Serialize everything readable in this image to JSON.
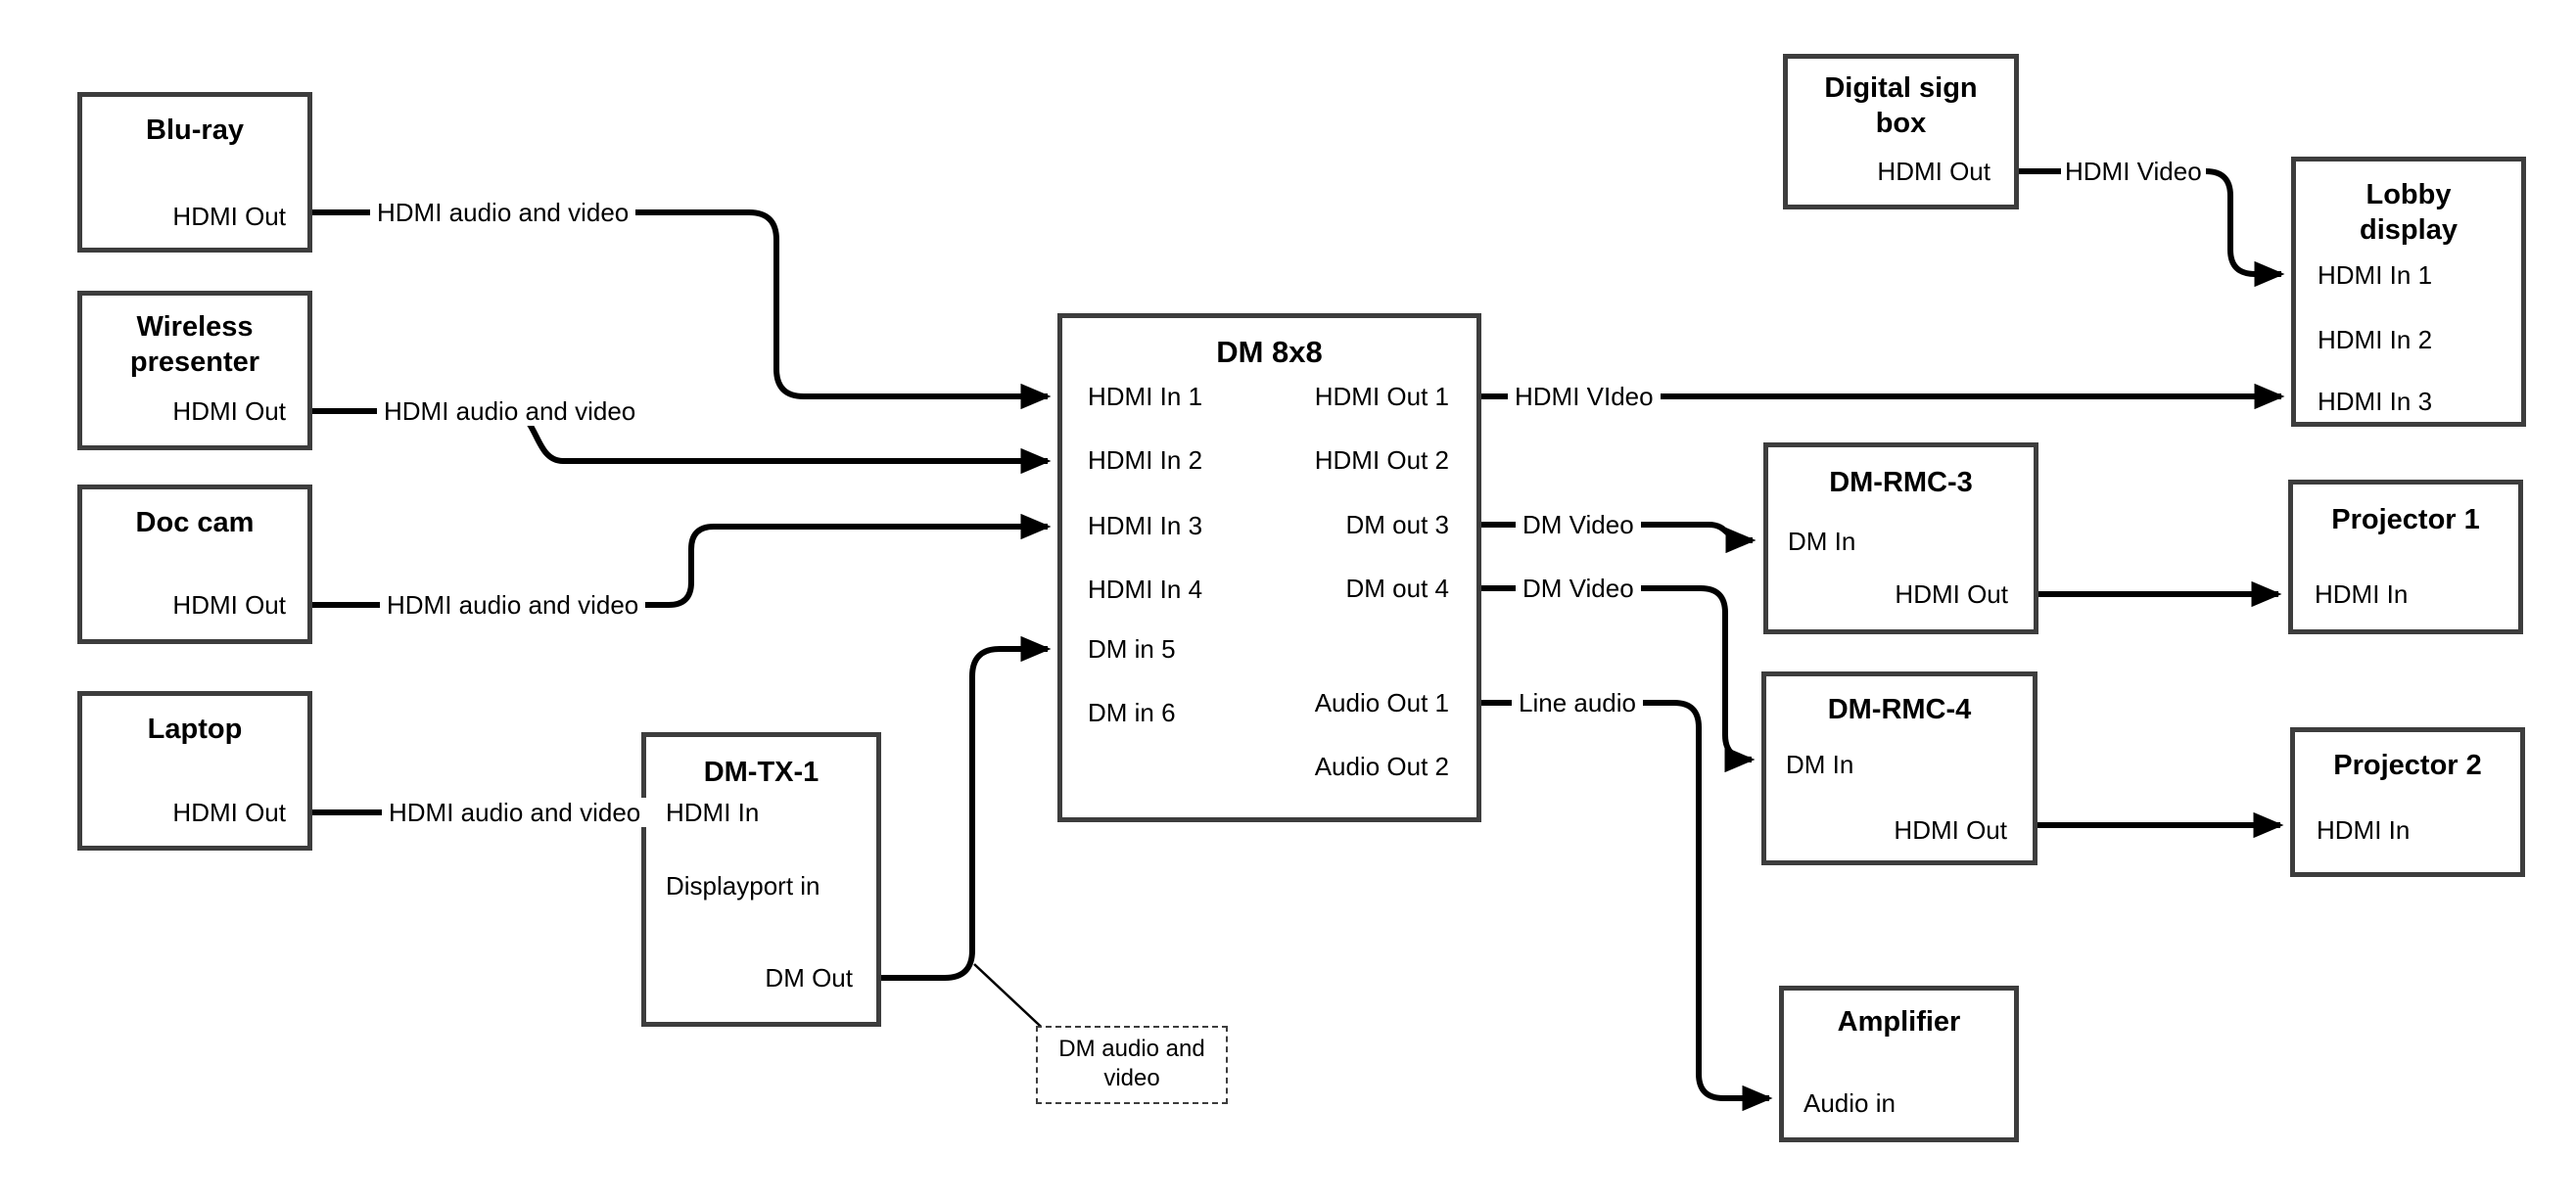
{
  "nodes": {
    "bluray": {
      "title": "Blu-ray",
      "port_hdmi_out": "HDMI Out"
    },
    "wireless": {
      "title": "Wireless presenter",
      "port_hdmi_out": "HDMI Out"
    },
    "doccam": {
      "title": "Doc cam",
      "port_hdmi_out": "HDMI Out"
    },
    "laptop": {
      "title": "Laptop",
      "port_hdmi_out": "HDMI Out"
    },
    "dmtx1": {
      "title": "DM-TX-1",
      "port_hdmi_in": "HDMI In",
      "port_displayport_in": "Displayport in",
      "port_dm_out": "DM Out"
    },
    "dm8x8": {
      "title": "DM 8x8",
      "ports_left": [
        "HDMI In 1",
        "HDMI In 2",
        "HDMI In 3",
        "HDMI In 4",
        "DM in 5",
        "DM in 6"
      ],
      "ports_right": [
        "HDMI Out 1",
        "HDMI Out 2",
        "DM out 3",
        "DM out 4",
        "Audio Out 1",
        "Audio Out 2"
      ]
    },
    "digitalsign": {
      "title": "Digital sign box",
      "port_hdmi_out": "HDMI Out"
    },
    "lobby": {
      "title": "Lobby display",
      "ports": [
        "HDMI In 1",
        "HDMI In 2",
        "HDMI In 3"
      ]
    },
    "dmrmc3": {
      "title": "DM-RMC-3",
      "port_dm_in": "DM In",
      "port_hdmi_out": "HDMI Out"
    },
    "proj1": {
      "title": "Projector 1",
      "port_hdmi_in": "HDMI In"
    },
    "dmrmc4": {
      "title": "DM-RMC-4",
      "port_dm_in": "DM In",
      "port_hdmi_out": "HDMI Out"
    },
    "proj2": {
      "title": "Projector 2",
      "port_hdmi_in": "HDMI In"
    },
    "amplifier": {
      "title": "Amplifier",
      "port_audio_in": "Audio in"
    }
  },
  "connection_labels": {
    "bluray_to_dm8x8": "HDMI audio and video",
    "wireless_to_dm8x8": "HDMI audio and video",
    "doccam_to_dm8x8": "HDMI audio and video",
    "laptop_to_dmtx1": "HDMI audio and video",
    "digitalsign_to_lobby": "HDMI Video",
    "dm8x8_to_lobby": "HDMI VIdeo",
    "dm8x8_to_dmrmc3": "DM Video",
    "dm8x8_to_dmrmc4": "DM Video",
    "dm8x8_to_amplifier": "Line audio"
  },
  "annotations": {
    "dm_av_callout": "DM audio and video"
  },
  "colors": {
    "connector": "#000000",
    "box_border": "#3d3d3d",
    "background": "#ffffff",
    "text": "#000000"
  }
}
